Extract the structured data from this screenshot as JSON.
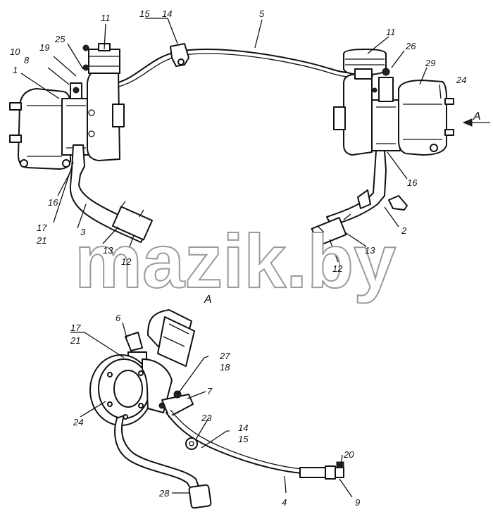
{
  "figure": {
    "view_label": "A",
    "arrow_label": "A",
    "watermark": "mazik.by"
  },
  "callouts": {
    "c1": "1",
    "c2": "2",
    "c3": "3",
    "c4": "4",
    "c5": "5",
    "c6": "6",
    "c7": "7",
    "c8": "8",
    "c9": "9",
    "c10": "10",
    "c11a": "11",
    "c11b": "11",
    "c12a": "12",
    "c12b": "12",
    "c13a": "13",
    "c13b": "13",
    "c14a": "14",
    "c14b": "14",
    "c15a": "15",
    "c15b": "15",
    "c16a": "16",
    "c16b": "16",
    "c17a": "17",
    "c17b": "17",
    "c18": "18",
    "c19": "19",
    "c20": "20",
    "c21a": "21",
    "c21b": "21",
    "c23": "23",
    "c24a": "24",
    "c24b": "24",
    "c25": "25",
    "c26": "26",
    "c27": "27",
    "c28": "28",
    "c29": "29"
  }
}
